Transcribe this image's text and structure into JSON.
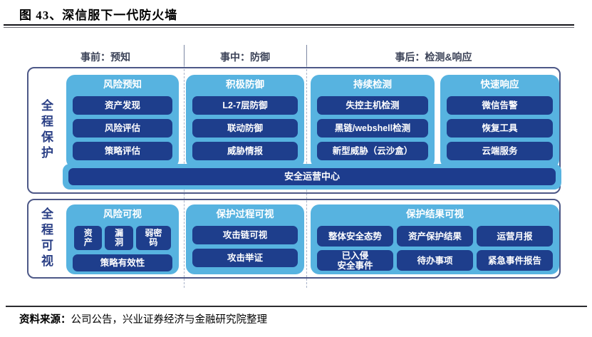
{
  "title": "图 43、深信服下一代防火墙",
  "phases": [
    {
      "label": "事前：预知"
    },
    {
      "label": "事中：防御"
    },
    {
      "label": "事后：检测&响应"
    }
  ],
  "protect": {
    "side_label": "全程保护",
    "panels": [
      {
        "title": "风险预知",
        "items": [
          "资产发现",
          "风险评估",
          "策略评估"
        ]
      },
      {
        "title": "积极防御",
        "items": [
          "L2-7层防御",
          "联动防御",
          "威胁情报"
        ]
      },
      {
        "title": "持续检测",
        "items": [
          "失控主机检测",
          "黑链/webshell检测",
          "新型威胁（云沙盒）"
        ]
      },
      {
        "title": "快速响应",
        "items": [
          "微信告警",
          "恢复工具",
          "云端服务"
        ]
      }
    ],
    "bottom_bar": "安全运营中心"
  },
  "visible": {
    "side_label": "全程可视",
    "panels": [
      {
        "title": "风险可视",
        "small_items": [
          "资\n产",
          "漏\n洞",
          "弱密\n码"
        ],
        "wide_item": "策略有效性"
      },
      {
        "title": "保护过程可视",
        "items": [
          "攻击链可视",
          "攻击举证"
        ]
      },
      {
        "title": "保护结果可视",
        "grid": [
          "整体安全态势",
          "资产保护结果",
          "运营月报",
          "已入侵\n安全事件",
          "待办事项",
          "紧急事件报告"
        ]
      }
    ]
  },
  "source": {
    "prefix": "资料来源：",
    "text": "公司公告，兴业证券经济与金融研究院整理"
  },
  "colors": {
    "light_blue": "#57b3e0",
    "navy": "#1e3e8c",
    "frame_border": "#4d5887",
    "bar_navy": "#1d3c8d"
  }
}
